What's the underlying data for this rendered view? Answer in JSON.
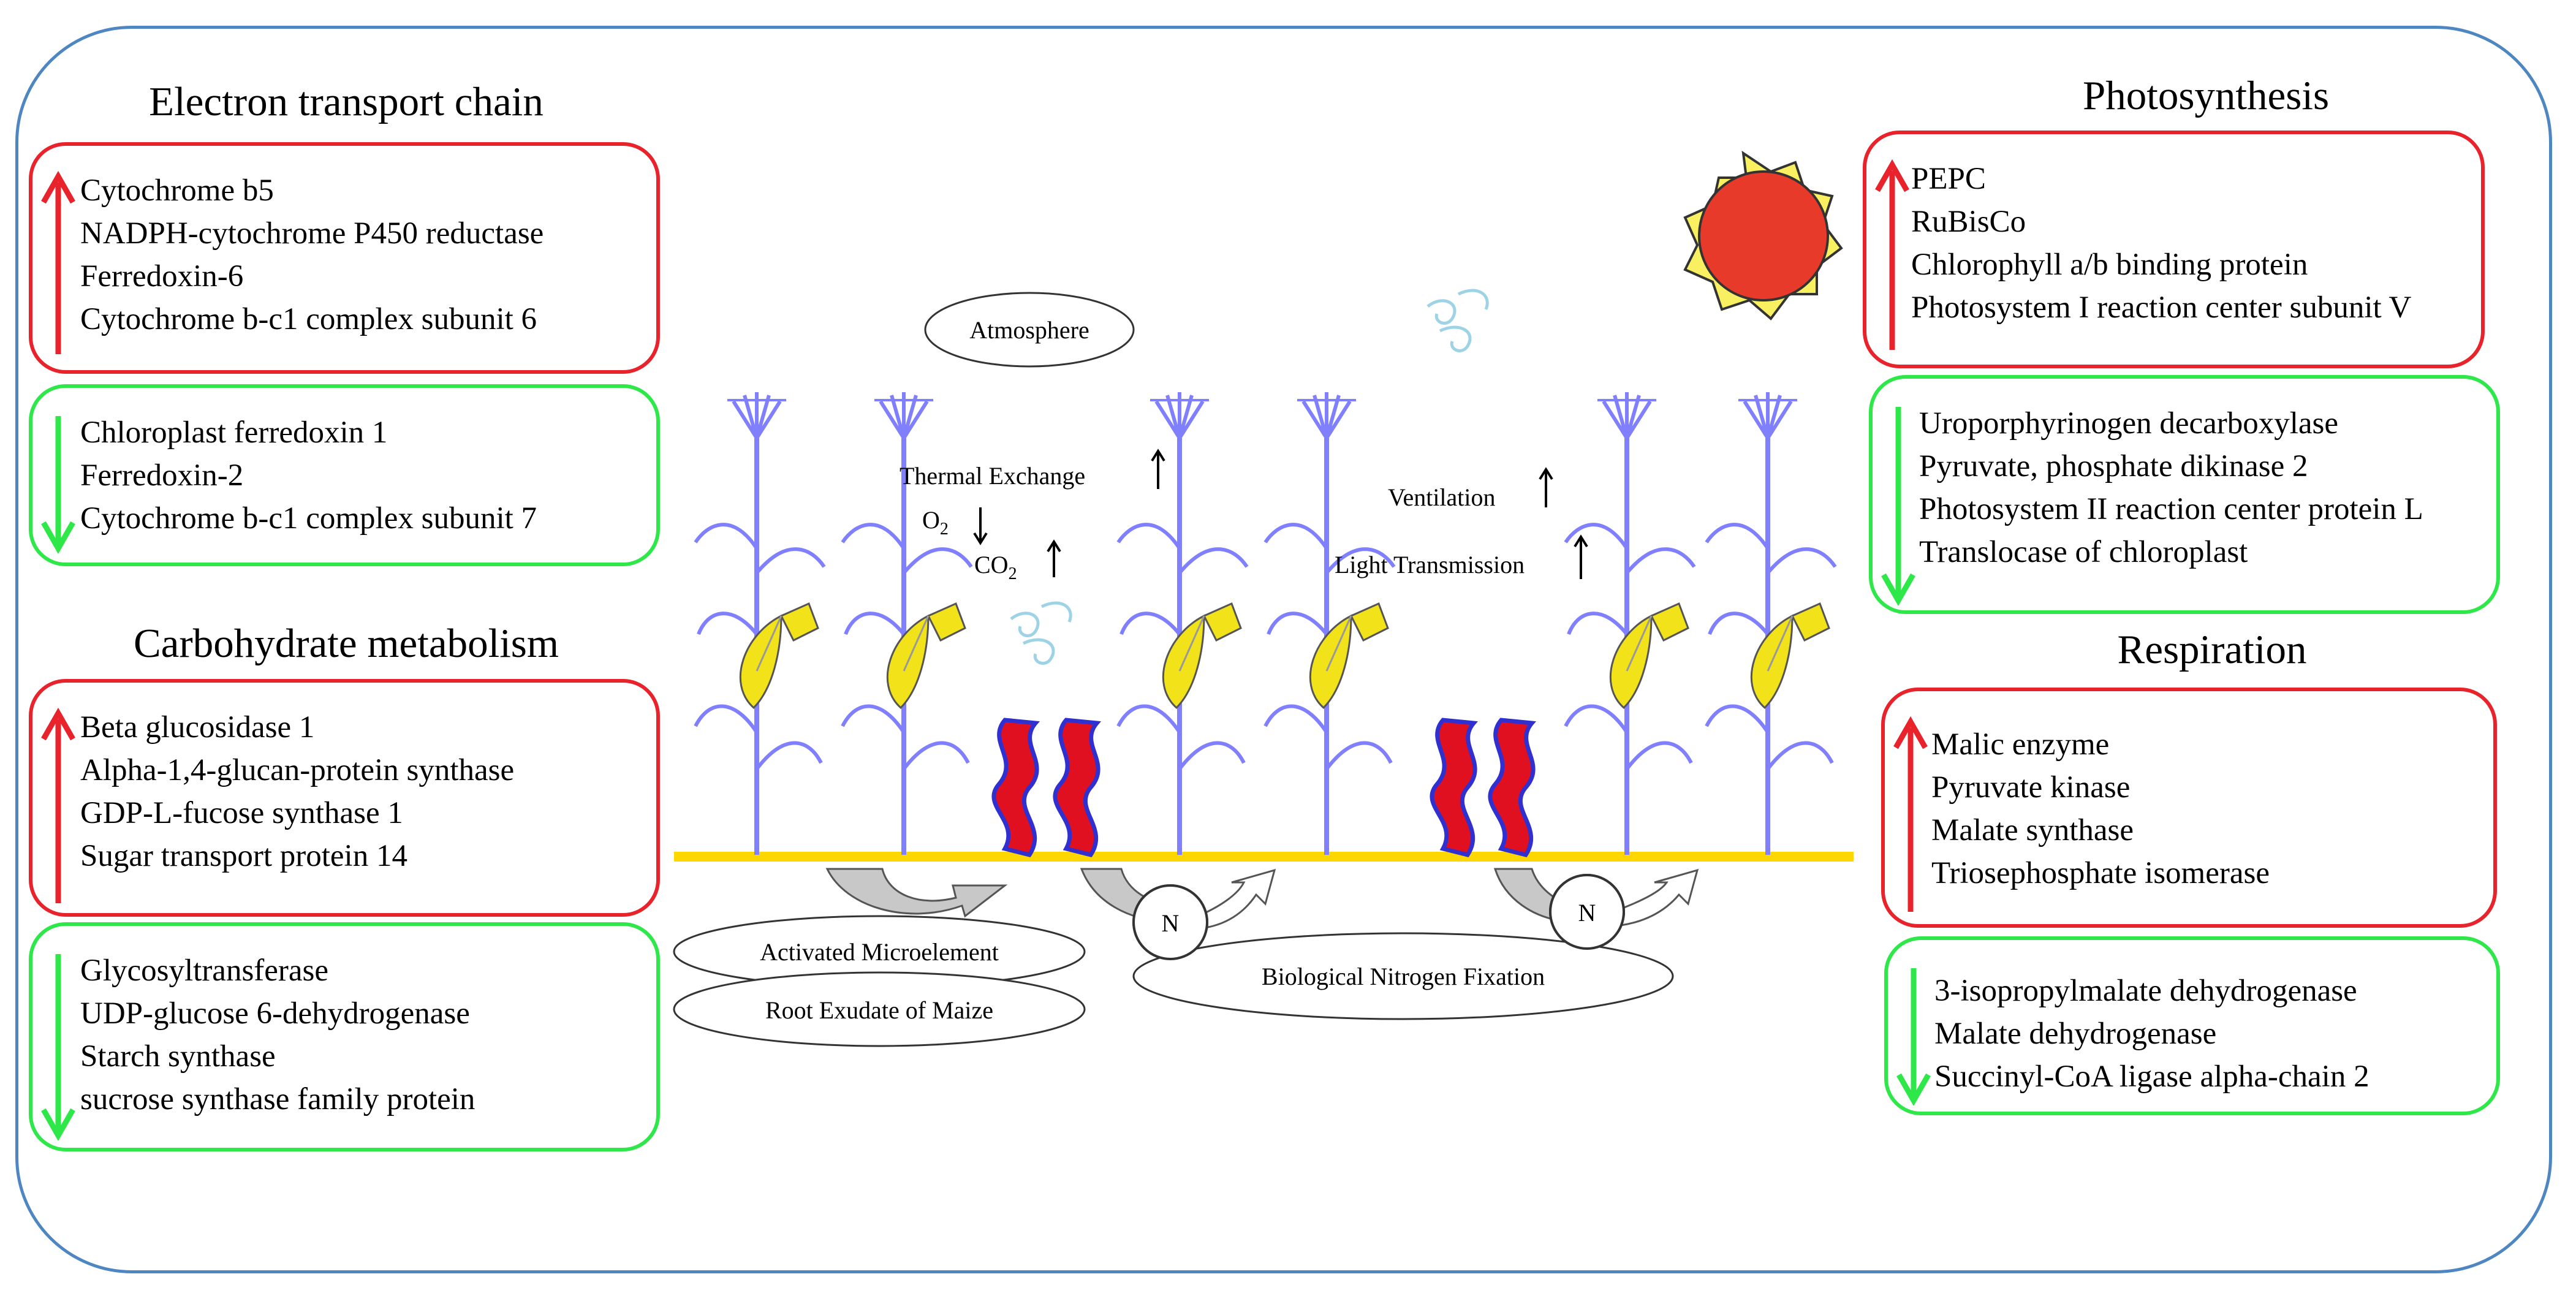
{
  "sections": {
    "etc": {
      "title": "Electron transport chain",
      "up": [
        "Cytochrome b5",
        "NADPH-cytochrome P450 reductase",
        "Ferredoxin-6",
        "Cytochrome b-c1 complex subunit 6"
      ],
      "down": [
        "Chloroplast ferredoxin 1",
        "Ferredoxin-2",
        "Cytochrome b-c1 complex subunit 7"
      ]
    },
    "carb": {
      "title": "Carbohydrate metabolism",
      "up": [
        "Beta glucosidase 1",
        "Alpha-1,4-glucan-protein synthase",
        "GDP-L-fucose synthase 1",
        "Sugar transport protein 14"
      ],
      "down": [
        "Glycosyltransferase",
        "UDP-glucose 6-dehydrogenase",
        "Starch synthase",
        "sucrose synthase family protein"
      ]
    },
    "photo": {
      "title": "Photosynthesis",
      "up": [
        "PEPC",
        "RuBisCo",
        "Chlorophyll a/b binding protein",
        "Photosystem I reaction center subunit V"
      ],
      "down": [
        "Uroporphyrinogen decarboxylase",
        "Pyruvate, phosphate dikinase 2",
        "Photosystem II reaction center protein L",
        "Translocase of chloroplast"
      ]
    },
    "resp": {
      "title": "Respiration",
      "up": [
        "Malic enzyme",
        "Pyruvate kinase",
        "Malate synthase",
        "Triosephosphate isomerase"
      ],
      "down": [
        "3-isopropylmalate dehydrogenase",
        "Malate dehydrogenase",
        "Succinyl-CoA ligase alpha-chain 2"
      ]
    }
  },
  "scene": {
    "atmosphere": "Atmosphere",
    "thermal_exchange": "Thermal Exchange",
    "o2": "O",
    "o2_sub": "2",
    "co2": "CO",
    "co2_sub": "2",
    "ventilation": "Ventilation",
    "light_transmission": "Light Transmission",
    "activated_microelement": "Activated Microelement",
    "root_exudate": "Root Exudate of Maize",
    "biological_nitrogen_fixation": "Biological Nitrogen Fixation",
    "nitrogen_symbol": "N"
  },
  "colors": {
    "frame": "#4e86c2",
    "up": "#e8232b",
    "down": "#2ee84a",
    "ground": "#ffd700",
    "maize_stalk": "#8080ff",
    "ear": "#f2e21a",
    "sun_core": "#e83a2a",
    "rhizobia": "#e01020"
  }
}
